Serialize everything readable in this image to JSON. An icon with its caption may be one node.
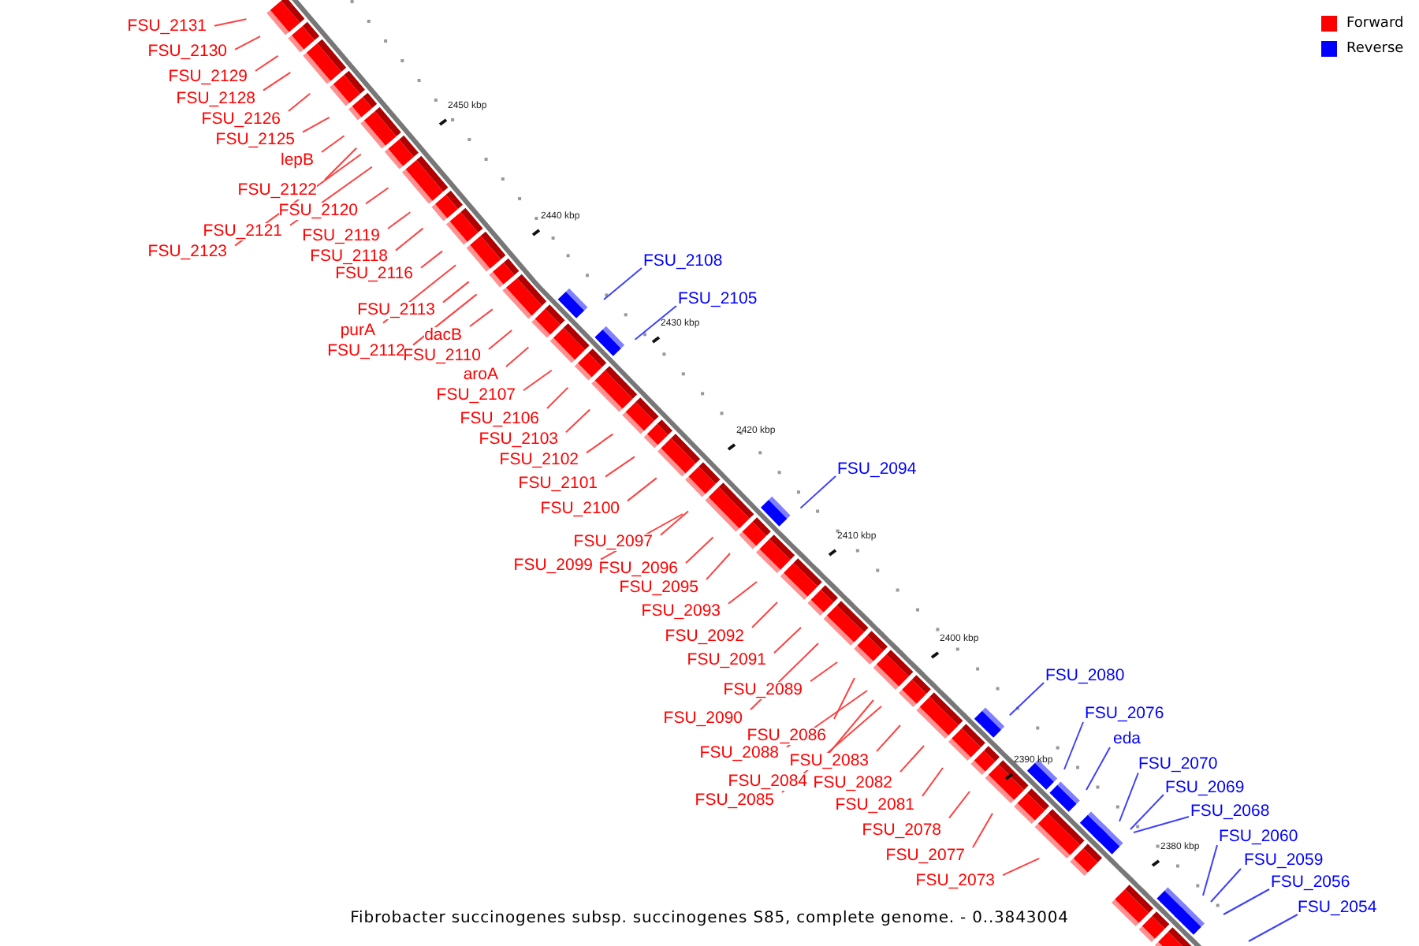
{
  "diagram": {
    "caption": "Fibrobacter succinogenes subsp. succinogenes S85, complete genome. - 0..3843004",
    "nodes": [
      {
        "text": [
          "FSU_2131"
        ]
      },
      {
        "text": [
          "FSU_2130"
        ]
      },
      {
        "text": [
          "FSU_2129"
        ]
      },
      {
        "text": [
          "FSU_2128"
        ]
      },
      {
        "text": [
          "FSU_2126"
        ]
      },
      {
        "text": [
          "FSU_2125"
        ]
      },
      {
        "text": [
          "lepB"
        ]
      },
      {
        "text": [
          "FSU_2122"
        ]
      },
      {
        "text": [
          "FSU_2120"
        ]
      },
      {
        "text": [
          "FSU_2121"
        ]
      },
      {
        "text": [
          "FSU_2119"
        ]
      },
      {
        "text": [
          "FSU_2123"
        ]
      },
      {
        "text": [
          "FSU_2118"
        ]
      },
      {
        "text": [
          "FSU_2108"
        ]
      },
      {
        "text": [
          "FSU_2116"
        ]
      },
      {
        "text": [
          "FSU_2105"
        ]
      },
      {
        "text": [
          "FSU_2113"
        ]
      },
      {
        "text": [
          "purA"
        ]
      },
      {
        "text": [
          "dacB"
        ]
      },
      {
        "text": [
          "FSU_2112"
        ]
      },
      {
        "text": [
          "FSU_2110"
        ]
      },
      {
        "text": [
          "aroA"
        ]
      },
      {
        "text": [
          "FSU_2107"
        ]
      },
      {
        "text": [
          "FSU_2106"
        ]
      },
      {
        "text": [
          "FSU_2103"
        ]
      },
      {
        "text": [
          "FSU_2102"
        ]
      },
      {
        "text": [
          "FSU_2094"
        ]
      },
      {
        "text": [
          "FSU_2101"
        ]
      },
      {
        "text": [
          "FSU_2100"
        ]
      },
      {
        "text": [
          "FSU_2097"
        ]
      },
      {
        "text": [
          "FSU_2099"
        ]
      },
      {
        "text": [
          "FSU_2096"
        ]
      },
      {
        "text": [
          "FSU_2095"
        ]
      },
      {
        "text": [
          "FSU_2093"
        ]
      },
      {
        "text": [
          "FSU_2092"
        ]
      },
      {
        "text": [
          "FSU_2091"
        ]
      },
      {
        "text": [
          "FSU_2080"
        ]
      },
      {
        "text": [
          "FSU_2089"
        ]
      },
      {
        "text": [
          "FSU_2076"
        ]
      },
      {
        "text": [
          "FSU_2090"
        ]
      },
      {
        "text": [
          "FSU_2086"
        ]
      },
      {
        "text": [
          "eda"
        ]
      },
      {
        "text": [
          "FSU_2088"
        ]
      },
      {
        "text": [
          "FSU_2083"
        ]
      },
      {
        "text": [
          "FSU_2070"
        ]
      },
      {
        "text": [
          "FSU_2084"
        ]
      },
      {
        "text": [
          "FSU_2082"
        ]
      },
      {
        "text": [
          "FSU_2069"
        ]
      },
      {
        "text": [
          "FSU_2085"
        ]
      },
      {
        "text": [
          "FSU_2081"
        ]
      },
      {
        "text": [
          "FSU_2068"
        ]
      },
      {
        "text": [
          "FSU_2078"
        ]
      },
      {
        "text": [
          "FSU_2060"
        ]
      },
      {
        "text": [
          "FSU_2077"
        ]
      },
      {
        "text": [
          "FSU_2059"
        ]
      },
      {
        "text": [
          "FSU_2073"
        ]
      },
      {
        "text": [
          "FSU_2056"
        ]
      },
      {
        "text": [
          "FSU_2054"
        ]
      }
    ],
    "edges": [
      {
        "from": 0,
        "to": null,
        "arrow": "none"
      },
      {
        "from": 1,
        "to": null,
        "arrow": "none"
      },
      {
        "from": 2,
        "to": null,
        "arrow": "none"
      },
      {
        "from": 3,
        "to": null,
        "arrow": "none"
      },
      {
        "from": 4,
        "to": null,
        "arrow": "none"
      },
      {
        "from": 5,
        "to": null,
        "arrow": "none"
      },
      {
        "from": 6,
        "to": null,
        "arrow": "none"
      },
      {
        "from": 7,
        "to": null,
        "arrow": "none"
      },
      {
        "from": 8,
        "to": null,
        "arrow": "none"
      },
      {
        "from": 9,
        "to": null,
        "arrow": "none"
      },
      {
        "from": 10,
        "to": null,
        "arrow": "none"
      },
      {
        "from": 11,
        "to": null,
        "arrow": "none"
      },
      {
        "from": 12,
        "to": null,
        "arrow": "none"
      },
      {
        "from": 13,
        "to": null,
        "arrow": "none",
        "color": "#4040ff"
      },
      {
        "from": 14,
        "to": null,
        "arrow": "none"
      },
      {
        "from": 15,
        "to": null,
        "arrow": "none",
        "color": "#4040ff"
      },
      {
        "from": 16,
        "to": null,
        "arrow": "none"
      },
      {
        "from": 17,
        "to": null,
        "arrow": "none"
      },
      {
        "from": 18,
        "to": null,
        "arrow": "none"
      },
      {
        "from": 19,
        "to": null,
        "arrow": "none"
      },
      {
        "from": 20,
        "to": null,
        "arrow": "none"
      },
      {
        "from": 21,
        "to": null,
        "arrow": "none"
      },
      {
        "from": 22,
        "to": null,
        "arrow": "none"
      },
      {
        "from": 23,
        "to": null,
        "arrow": "none"
      },
      {
        "from": 24,
        "to": null,
        "arrow": "none"
      },
      {
        "from": 25,
        "to": null,
        "arrow": "none"
      },
      {
        "from": 26,
        "to": null,
        "arrow": "none",
        "color": "#4040ff"
      },
      {
        "from": 27,
        "to": null,
        "arrow": "none"
      },
      {
        "from": 28,
        "to": null,
        "arrow": "none"
      },
      {
        "from": 29,
        "to": null,
        "arrow": "none"
      },
      {
        "from": 30,
        "to": null,
        "arrow": "none"
      },
      {
        "from": 31,
        "to": null,
        "arrow": "none"
      },
      {
        "from": 32,
        "to": null,
        "arrow": "none"
      },
      {
        "from": 33,
        "to": null,
        "arrow": "none"
      },
      {
        "from": 34,
        "to": null,
        "arrow": "none"
      },
      {
        "from": 35,
        "to": null,
        "arrow": "none"
      },
      {
        "from": 36,
        "to": null,
        "arrow": "none",
        "color": "#4040ff"
      },
      {
        "from": 37,
        "to": null,
        "arrow": "none"
      },
      {
        "from": 38,
        "to": null,
        "arrow": "none",
        "color": "#4040ff"
      },
      {
        "from": 39,
        "to": null,
        "arrow": "none"
      },
      {
        "from": 40,
        "to": null,
        "arrow": "none"
      },
      {
        "from": 41,
        "to": null,
        "arrow": "none",
        "color": "#4040ff"
      },
      {
        "from": 42,
        "to": null,
        "arrow": "none"
      },
      {
        "from": 43,
        "to": null,
        "arrow": "none"
      },
      {
        "from": 44,
        "to": null,
        "arrow": "none",
        "color": "#4040ff"
      },
      {
        "from": 45,
        "to": null,
        "arrow": "none"
      },
      {
        "from": 46,
        "to": null,
        "arrow": "none"
      },
      {
        "from": 47,
        "to": null,
        "arrow": "none",
        "color": "#4040ff"
      },
      {
        "from": 48,
        "to": null,
        "arrow": "none"
      },
      {
        "from": 49,
        "to": null,
        "arrow": "none"
      },
      {
        "from": 50,
        "to": null,
        "arrow": "none",
        "color": "#4040ff"
      },
      {
        "from": 51,
        "to": null,
        "arrow": "none"
      },
      {
        "from": 52,
        "to": null,
        "arrow": "none",
        "color": "#4040ff"
      },
      {
        "from": 53,
        "to": null,
        "arrow": "none"
      },
      {
        "from": 54,
        "to": null,
        "arrow": "none",
        "color": "#4040ff"
      },
      {
        "from": 55,
        "to": null,
        "arrow": "none"
      },
      {
        "from": 56,
        "to": null,
        "arrow": "none",
        "color": "#4040ff"
      },
      {
        "from": 57,
        "to": null,
        "arrow": "none",
        "color": "#4040ff"
      }
    ],
    "labels": [
      "2450 kbp",
      "2440 kbp",
      "2430 kbp",
      "2420 kbp",
      "2410 kbp",
      "2400 kbp",
      "2390 kbp",
      "2380 kbp"
    ],
    "legend": [
      {
        "text": "Forward",
        "color": "#ff0000"
      },
      {
        "text": "Reverse",
        "color": "#0000ff"
      }
    ]
  }
}
